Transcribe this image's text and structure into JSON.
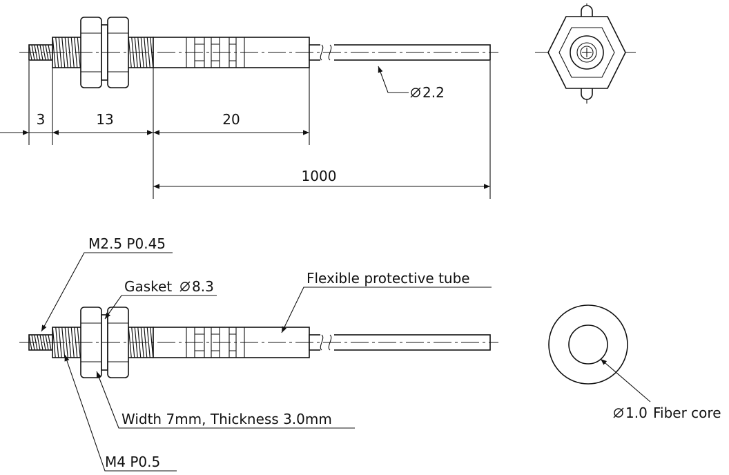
{
  "dimensions": {
    "d1": "3",
    "d2": "13",
    "d3": "20",
    "d4": "1000",
    "cable_diameter": "2.2"
  },
  "callouts": {
    "thread_small": "M2.5 P0.45",
    "gasket": "Gasket",
    "gasket_diameter": "8.3",
    "tube": "Flexible protective tube",
    "nut": "Width 7mm, Thickness 3.0mm",
    "thread_large": "M4 P0.5",
    "core_diameter": "1.0",
    "core": "Fiber core"
  }
}
